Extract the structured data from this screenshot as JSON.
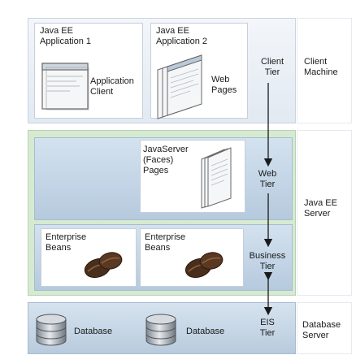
{
  "client": {
    "app1_title": "Java EE\nApplication 1",
    "app1_component": "Application\nClient",
    "app2_title": "Java EE\nApplication 2",
    "app2_component": "Web\nPages",
    "tier": "Client\nTier",
    "machine": "Client\nMachine"
  },
  "web": {
    "component": "JavaServer\n(Faces)\nPages",
    "tier": "Web\nTier"
  },
  "business": {
    "bean1": "Enterprise\nBeans",
    "bean2": "Enterprise\nBeans",
    "tier": "Business\nTier"
  },
  "server": {
    "label": "Java EE\nServer"
  },
  "eis": {
    "db1": "Database",
    "db2": "Database",
    "tier": "EIS\nTier",
    "server": "Database\nServer"
  }
}
